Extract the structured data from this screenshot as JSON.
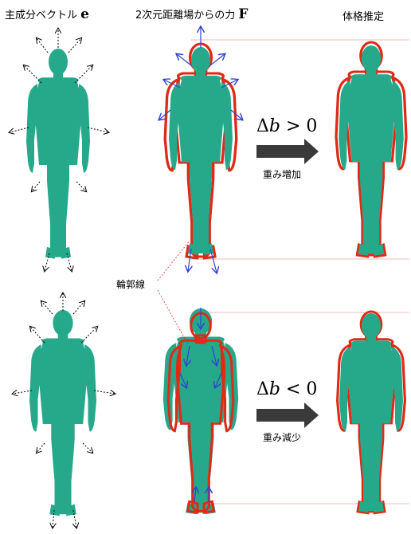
{
  "headers": {
    "col1": "主成分ベクトル",
    "col1_symbol": "e",
    "col2": "2次元距離場からの力",
    "col2_symbol": "F",
    "col3": "体格推定"
  },
  "rows": [
    {
      "delta_symbol": "Δ",
      "delta_var": "b",
      "delta_rel": "> 0",
      "action": "重み増加"
    },
    {
      "delta_symbol": "Δ",
      "delta_var": "b",
      "delta_rel": "< 0",
      "action": "重み減少"
    }
  ],
  "contour_label": "輪郭線",
  "colors": {
    "body": "#26a98b",
    "body_shade": "#1d8f74",
    "contour": "#e02a17",
    "force_arrow": "#3344cc",
    "guide_line": "#f0a0a0",
    "big_arrow": "#3a3a3a"
  }
}
